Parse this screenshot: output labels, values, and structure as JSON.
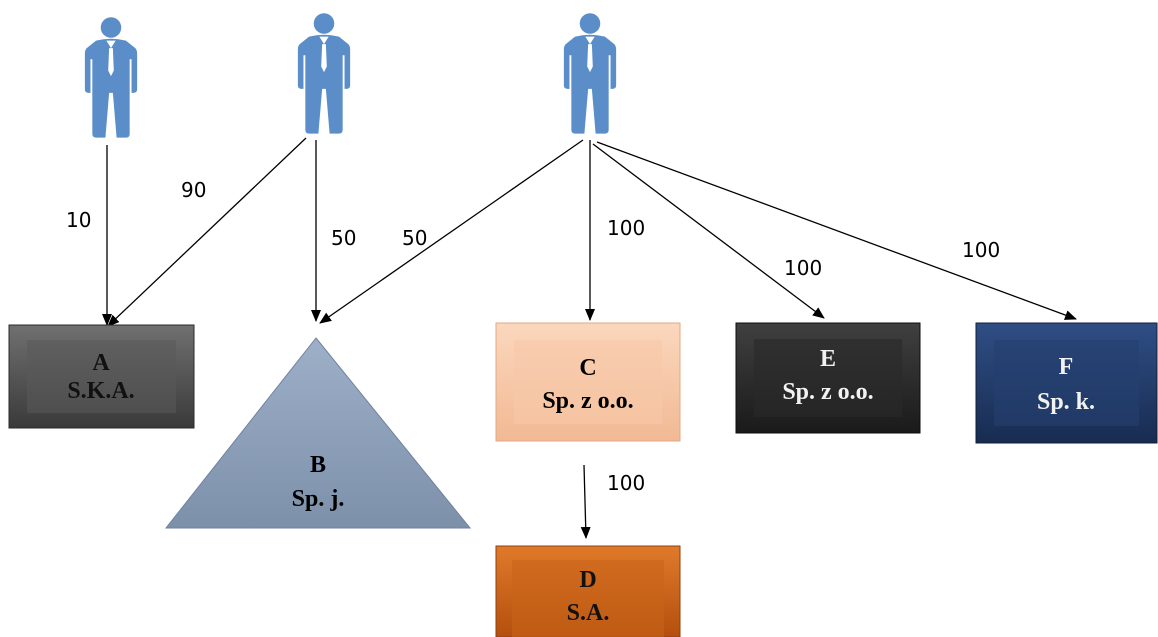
{
  "owners": [
    {
      "id": "owner-1",
      "icon": "businessman-icon"
    },
    {
      "id": "owner-2",
      "icon": "businessman-icon"
    },
    {
      "id": "owner-3",
      "icon": "businessman-icon"
    }
  ],
  "entities": {
    "A": {
      "letter": "A",
      "form": "S.K.A.",
      "color": "#4a4a4a"
    },
    "B": {
      "letter": "B",
      "form": "Sp. j.",
      "color": "#8497b0"
    },
    "C": {
      "letter": "C",
      "form": "Sp. z o.o.",
      "color": "#f8cbad"
    },
    "D": {
      "letter": "D",
      "form": "S.A.",
      "color": "#c55a11"
    },
    "E": {
      "letter": "E",
      "form": "Sp. z o.o.",
      "color": "#262626"
    },
    "F": {
      "letter": "F",
      "form": "Sp. k.",
      "color": "#203864"
    }
  },
  "edges": {
    "owner1_A": "10",
    "owner2_A": "90",
    "owner2_B": "50",
    "owner3_B": "50",
    "owner3_C": "100",
    "owner3_E": "100",
    "owner3_F": "100",
    "C_D": "100"
  },
  "colors": {
    "person": "#5b8ec9",
    "arrow": "#000000"
  }
}
